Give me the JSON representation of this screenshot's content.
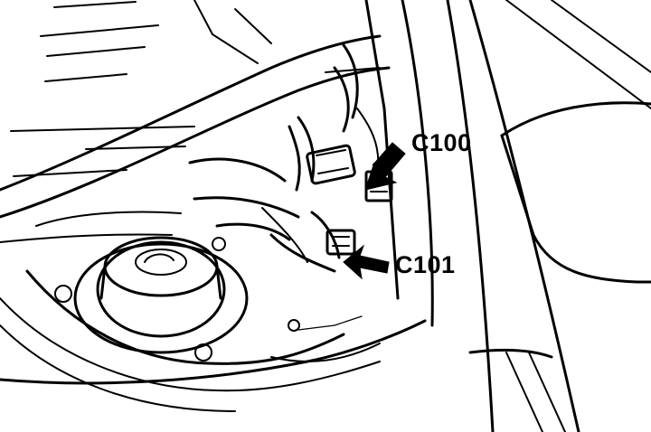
{
  "callouts": [
    {
      "id": "c100",
      "label": "C100"
    },
    {
      "id": "c101",
      "label": "C101"
    }
  ],
  "colors": {
    "ink": "#000000",
    "paper": "#ffffff"
  }
}
